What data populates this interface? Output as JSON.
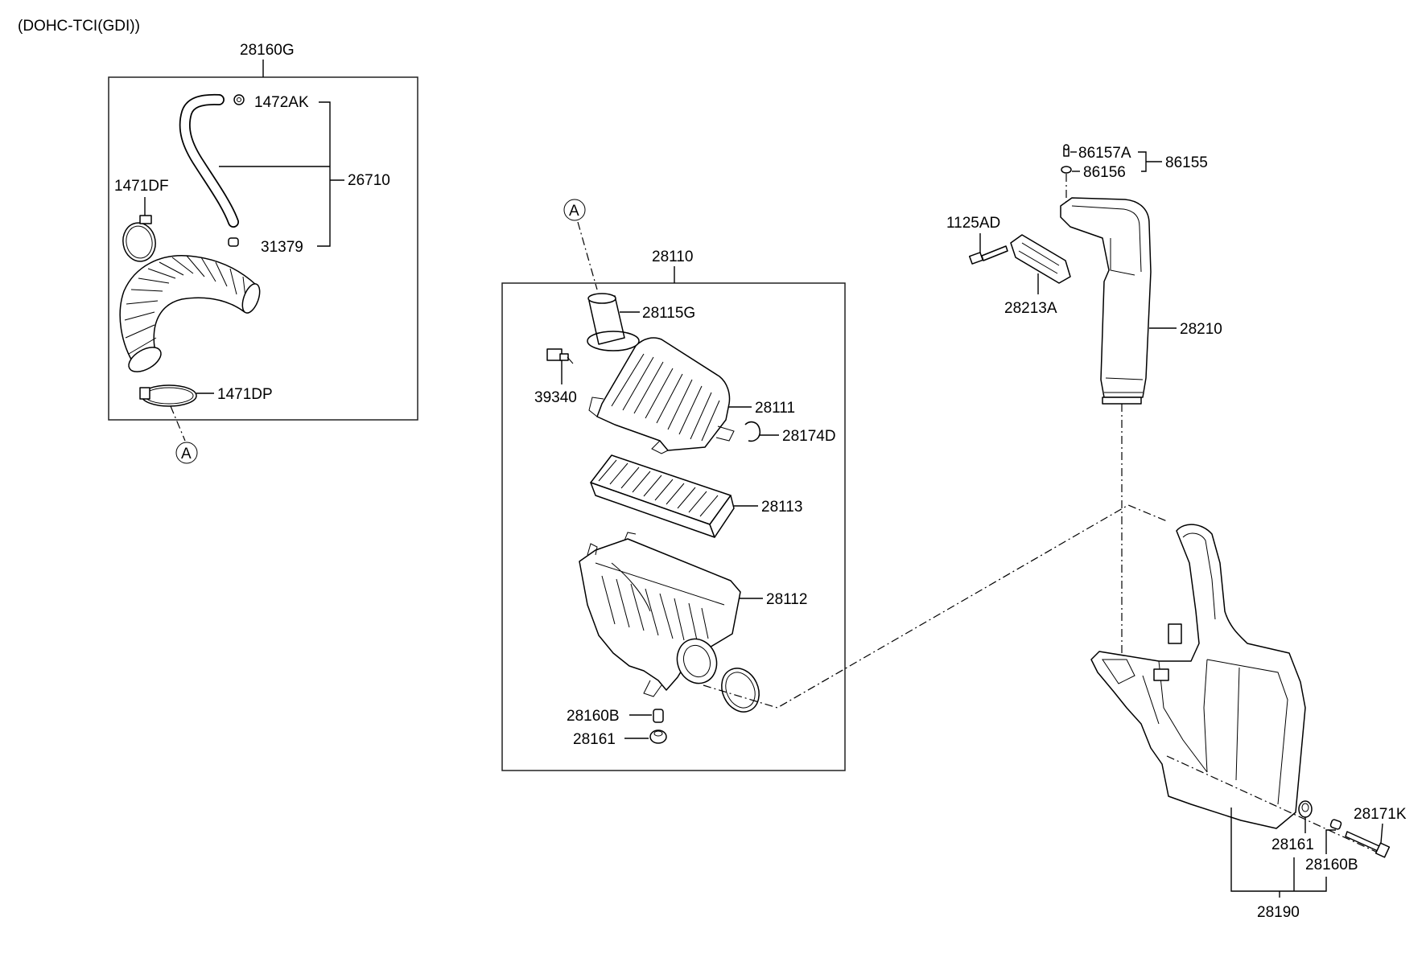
{
  "header": {
    "engine_label": "(DOHC-TCI(GDI))"
  },
  "reference_marker": "A",
  "callouts": {
    "p28160G": "28160G",
    "p1472AK": "1472AK",
    "p26710": "26710",
    "p1471DF": "1471DF",
    "p31379": "31379",
    "p1471DP": "1471DP",
    "p28110": "28110",
    "p28115G": "28115G",
    "p39340": "39340",
    "p28111": "28111",
    "p28174D": "28174D",
    "p28113": "28113",
    "p28112": "28112",
    "p28160B_a": "28160B",
    "p28161_a": "28161",
    "p86157A": "86157A",
    "p86156": "86156",
    "p86155": "86155",
    "p1125AD": "1125AD",
    "p28213A": "28213A",
    "p28210": "28210",
    "p28171K": "28171K",
    "p28161_b": "28161",
    "p28160B_b": "28160B",
    "p28190": "28190"
  }
}
